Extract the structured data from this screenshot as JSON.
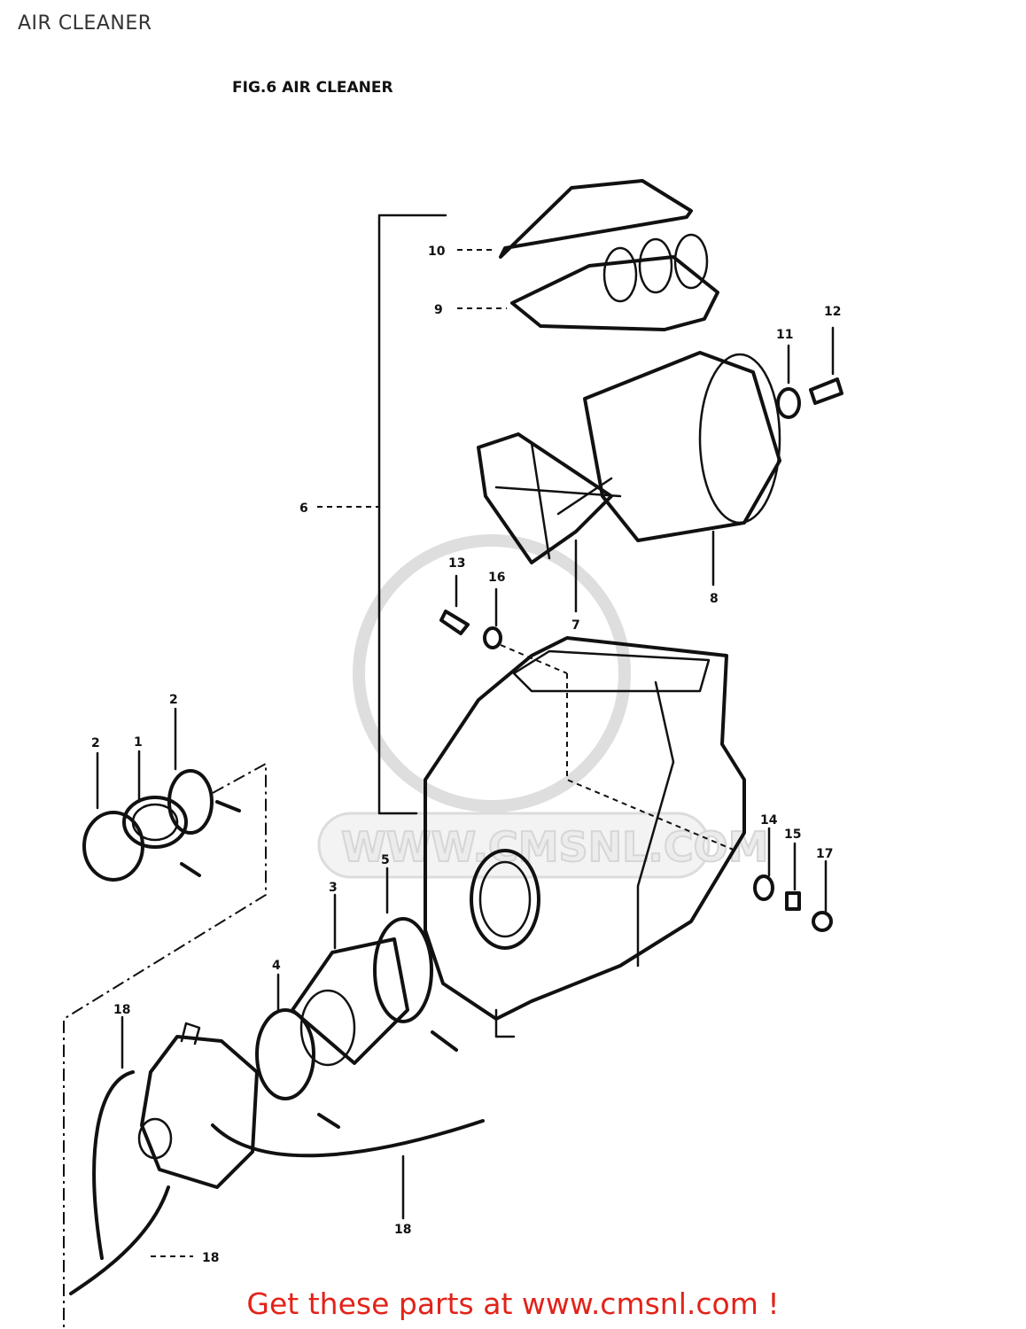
{
  "page": {
    "title": "AIR CLEANER"
  },
  "figure": {
    "title": "FIG.6  AIR CLEANER"
  },
  "watermark": {
    "text": "WWW.CMSNL.COM"
  },
  "callouts": [
    "10",
    "9",
    "11",
    "12",
    "6",
    "13",
    "16",
    "7",
    "8",
    "2",
    "1",
    "2",
    "14",
    "15",
    "17",
    "5",
    "3",
    "4",
    "18",
    "18",
    "18"
  ],
  "footer": {
    "cta": "Get these parts at www.cmsnl.com !"
  },
  "colors": {
    "cta": "#e2231a",
    "ink": "#111111",
    "watermark": "#d6d6d6"
  }
}
